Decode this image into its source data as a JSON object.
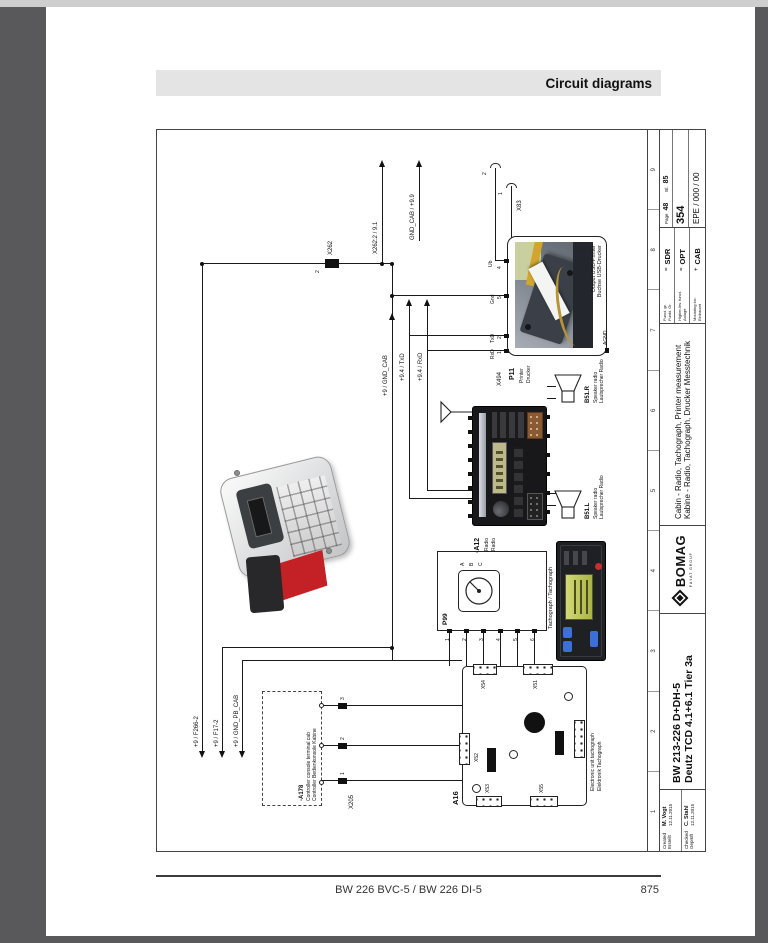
{
  "header": {
    "title": "Circuit diagrams"
  },
  "footer": {
    "model": "BW 226 BVC-5 / BW 226 DI-5",
    "page": "875"
  },
  "titleblock": {
    "created_label_en": "Created",
    "created_label_de": "Erstellt",
    "created_by": "M. Vogt",
    "created_date": "12.11.2015",
    "checked_label_en": "Checked",
    "checked_label_de": "Geprüft",
    "checked_by": "C. Stahl",
    "checked_date": "12.11.2015",
    "machine": "BW 213-226 D+DH-5",
    "engine": "Deutz TCD 4.1+6.1 Tier 3a",
    "brand": "BOMAG",
    "brand_sub": "FAYAT GROUP",
    "title_en": "Cabin - Radio, Tachograph, Printer measurement",
    "title_de": "Kabine - Radio, Tachograph, Drucker Messtechnik",
    "fields": [
      {
        "label_en": "Funct. gr.",
        "label_de": "Funkt. Gr.",
        "sym": "=",
        "value": "SDR"
      },
      {
        "label_en": "Higher-lev. funct.",
        "label_de": "Anlage",
        "sym": "=",
        "value": "OPT"
      },
      {
        "label_en": "Mounting loc.",
        "label_de": "Einbauort",
        "sym": "+",
        "value": "CAB"
      }
    ],
    "page_label": "Page",
    "page_no": "48",
    "of_label": "Bl.",
    "of_total": "85",
    "sheet_no": "354",
    "doc_no": "EPE / 000 / 00"
  },
  "diagram": {
    "frame_columns": [
      "1",
      "2",
      "3",
      "4",
      "5",
      "6",
      "7",
      "8",
      "9"
    ],
    "left_arrows": [
      "+9 / F266-2",
      "+9 / F17-2",
      "+9 / GND_PB_CAB"
    ],
    "right_arrows": [
      "X262:2 / 9.1",
      "GND_CAB / +9.9"
    ],
    "signal_labels": [
      "+9 / GND_CAB",
      "+9.4 / TxD",
      "+9.4 / RxD"
    ],
    "x262": {
      "name": "X262",
      "pin": "2"
    },
    "x83": {
      "name": "X83",
      "pin_a": "2",
      "pin_b": "1"
    },
    "x205": {
      "name": "X205",
      "pins": [
        "1",
        "2",
        "3"
      ]
    },
    "console": {
      "ref": "-A178",
      "desc_en": "Controller console terminal cab",
      "desc_de": "Controller Bedienkonsole Kabine"
    },
    "printer": {
      "ref": "P11",
      "name_en": "Printer",
      "name_de": "Drucker",
      "connector": "X494",
      "pins": [
        {
          "no": "1",
          "sig": "RxD"
        },
        {
          "no": "2",
          "sig": "TxD"
        },
        {
          "no": "5",
          "sig": "Gnd"
        },
        {
          "no": "4",
          "sig": "Ub"
        }
      ],
      "agnd": "AGND",
      "out_en": "Output USB-Printer",
      "out_de": "Buchse USB-Drucker"
    },
    "radio": {
      "ref": "-A12",
      "name_en": "Radio",
      "name_de": "Radio"
    },
    "speakers": {
      "right": "B51.R",
      "left": "B51.L",
      "name_en": "Speaker radio",
      "name_de": "Lautsprecher Radio"
    },
    "p99": {
      "ref": "P99",
      "name_en": "Tachograph",
      "name_de": "Tachograph",
      "terminals": [
        "A",
        "B",
        "C"
      ],
      "pins": [
        "1",
        "2",
        "3",
        "4",
        "5",
        "6"
      ]
    },
    "board": {
      "ref": "A16",
      "name_en": "Electronic unit tachograph",
      "name_de": "Elektronik Tachograph",
      "connectors": [
        "X51",
        "X52",
        "X53",
        "X54",
        "X55"
      ]
    }
  }
}
